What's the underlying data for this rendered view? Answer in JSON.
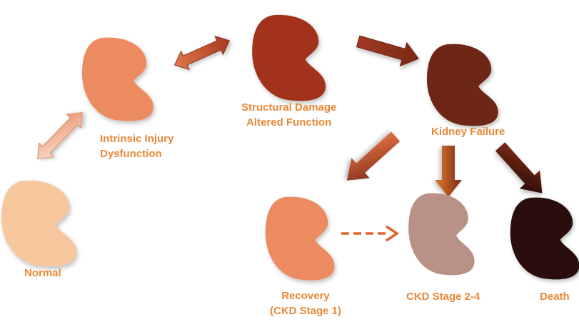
{
  "stages": {
    "normal": {
      "label": "Normal",
      "color": "#f6c79d"
    },
    "intrinsic": {
      "line1": "Intrinsic Injury",
      "line2": "Dysfunction",
      "color": "#ec8a60"
    },
    "structural": {
      "line1": "Structural Damage",
      "line2": "Altered Function",
      "color": "#a2321e"
    },
    "failure": {
      "label": "Kidney Failure",
      "color": "#6e2614"
    },
    "recovery": {
      "line1": "Recovery",
      "line2": "(CKD Stage 1)",
      "color": "#ec8a60"
    },
    "ckd": {
      "label": "CKD Stage 2-4",
      "color": "#b78e82"
    },
    "death": {
      "label": "Death",
      "color": "#2a0a07"
    }
  },
  "label_color": "#e8893a"
}
